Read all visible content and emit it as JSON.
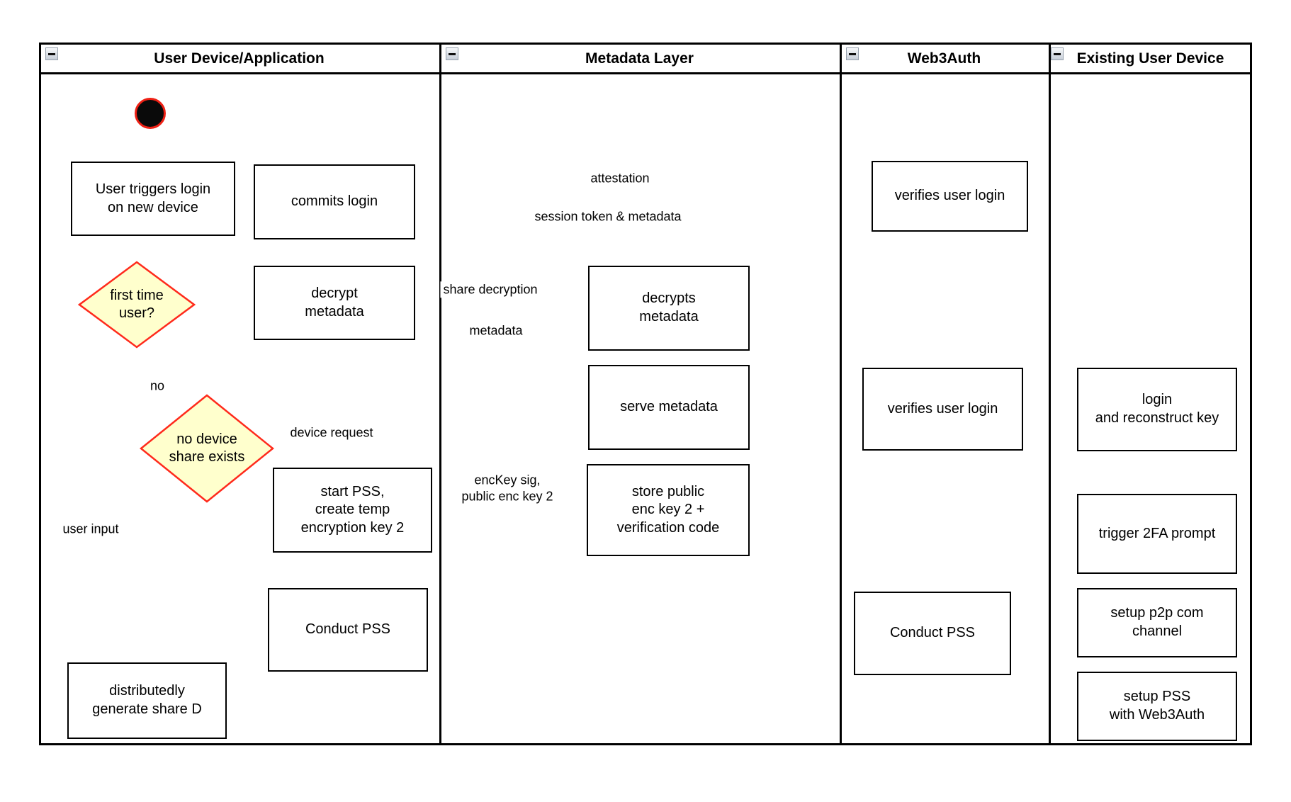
{
  "diagram": {
    "type": "swimlane-activity-diagram",
    "colors": {
      "edge": "#a65853",
      "start_edge": "#f1261b",
      "diamond_fill": "#ffffcd",
      "diamond_border": "#ff2a1c",
      "node_border": "#000000",
      "lane_border": "#000000",
      "background": "#ffffff"
    }
  },
  "lanes": [
    {
      "label": "User Device/Application",
      "collapse_icon": "minus-icon"
    },
    {
      "label": "Metadata Layer",
      "collapse_icon": "minus-icon"
    },
    {
      "label": "Web3Auth",
      "collapse_icon": "minus-icon"
    },
    {
      "label": "Existing User Device",
      "collapse_icon": "minus-icon"
    }
  ],
  "nodes": {
    "start": {
      "type": "initial-state",
      "label": ""
    },
    "user_triggers": {
      "label": "User triggers login\non new device"
    },
    "commits_login": {
      "label": "commits login"
    },
    "decrypt_metadata": {
      "label": "decrypt\nmetadata"
    },
    "first_time_user": {
      "label": "first time\nuser?",
      "type": "decision"
    },
    "no_device_share": {
      "label": "no device\nshare exists",
      "type": "decision"
    },
    "start_pss": {
      "label": "start PSS,\ncreate temp\nencryption key 2"
    },
    "conduct_pss_user": {
      "label": "Conduct PSS"
    },
    "distributedly_generate": {
      "label": "distributedly\ngenerate share D"
    },
    "decrypts_metadata": {
      "label": "decrypts\nmetadata"
    },
    "serve_metadata": {
      "label": "serve metadata"
    },
    "store_public": {
      "label": "store public\nenc key 2 +\nverification code"
    },
    "verifies_user_login_1": {
      "label": "verifies user login"
    },
    "verifies_user_login_2": {
      "label": "verifies user login"
    },
    "conduct_pss_web3auth": {
      "label": "Conduct PSS"
    },
    "login_reconstruct": {
      "label": "login\nand reconstruct key"
    },
    "trigger_2fa": {
      "label": "trigger 2FA prompt"
    },
    "setup_p2p": {
      "label": "setup p2p com\nchannel"
    },
    "setup_pss": {
      "label": "setup PSS\nwith Web3Auth"
    }
  },
  "edge_labels": {
    "attestation": "attestation",
    "session_token": "session token & metadata",
    "share_decryption": "share decryption",
    "metadata": "metadata",
    "no": "no",
    "device_request": "device request",
    "enckey": "encKey sig,\npublic enc key 2",
    "user_input": "user input"
  }
}
